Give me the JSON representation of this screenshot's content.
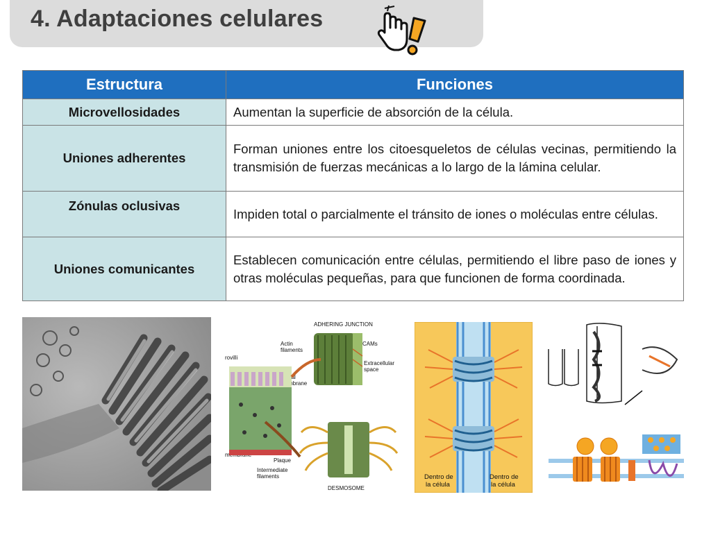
{
  "header": {
    "title": "4. Adaptaciones celulares",
    "icon": "hand-pointer-exclamation-icon"
  },
  "table": {
    "columns": [
      "Estructura",
      "Funciones"
    ],
    "rows": [
      {
        "name": "Microvellosidades",
        "description": "Aumentan la superficie de absorción de la célula."
      },
      {
        "name": "Uniones adherentes",
        "description": "Forman uniones entre los citoesqueletos de células vecinas, permitiendo la transmisión de fuerzas mecánicas a lo largo de la lámina celular."
      },
      {
        "name": "Zónulas oclusivas",
        "description": "Impiden total o parcialmente el tránsito de iones o moléculas entre células."
      },
      {
        "name": "Uniones comunicantes",
        "description": "Establecen comunicación entre células, permitiendo el libre paso de iones y otras moléculas pequeñas, para que funcionen de forma coordinada."
      }
    ]
  },
  "figures": {
    "micrograph": {
      "icon": "microvilli-micrograph-image"
    },
    "junction_diagram": {
      "labels": {
        "adhering": "ADHERING JUNCTION",
        "actin": "Actin",
        "filaments": "filaments",
        "cams": "CAMs",
        "extracellular": "Extracellular",
        "space": "space",
        "apical": "Apical",
        "membrane": "membrane",
        "rovilli": "rovilli",
        "membrane2": "membrane",
        "plaque": "Plaque",
        "intermediate": "Intermediate",
        "filaments2": "filaments",
        "desmosome": "DESMOSOME"
      }
    },
    "tight_junction": {
      "left_label": [
        "Dentro de",
        "la célula"
      ],
      "right_label": [
        "Dentro de",
        "la célula"
      ],
      "colors": {
        "background": "#f7c85a",
        "membrane": "#4a8fd0",
        "fibers": "#e8742a"
      }
    },
    "gap_junction": {
      "icon": "gap-junction-diagram",
      "colors": {
        "connexon": "#f08a1e",
        "membrane": "#6fb0e0"
      }
    }
  }
}
